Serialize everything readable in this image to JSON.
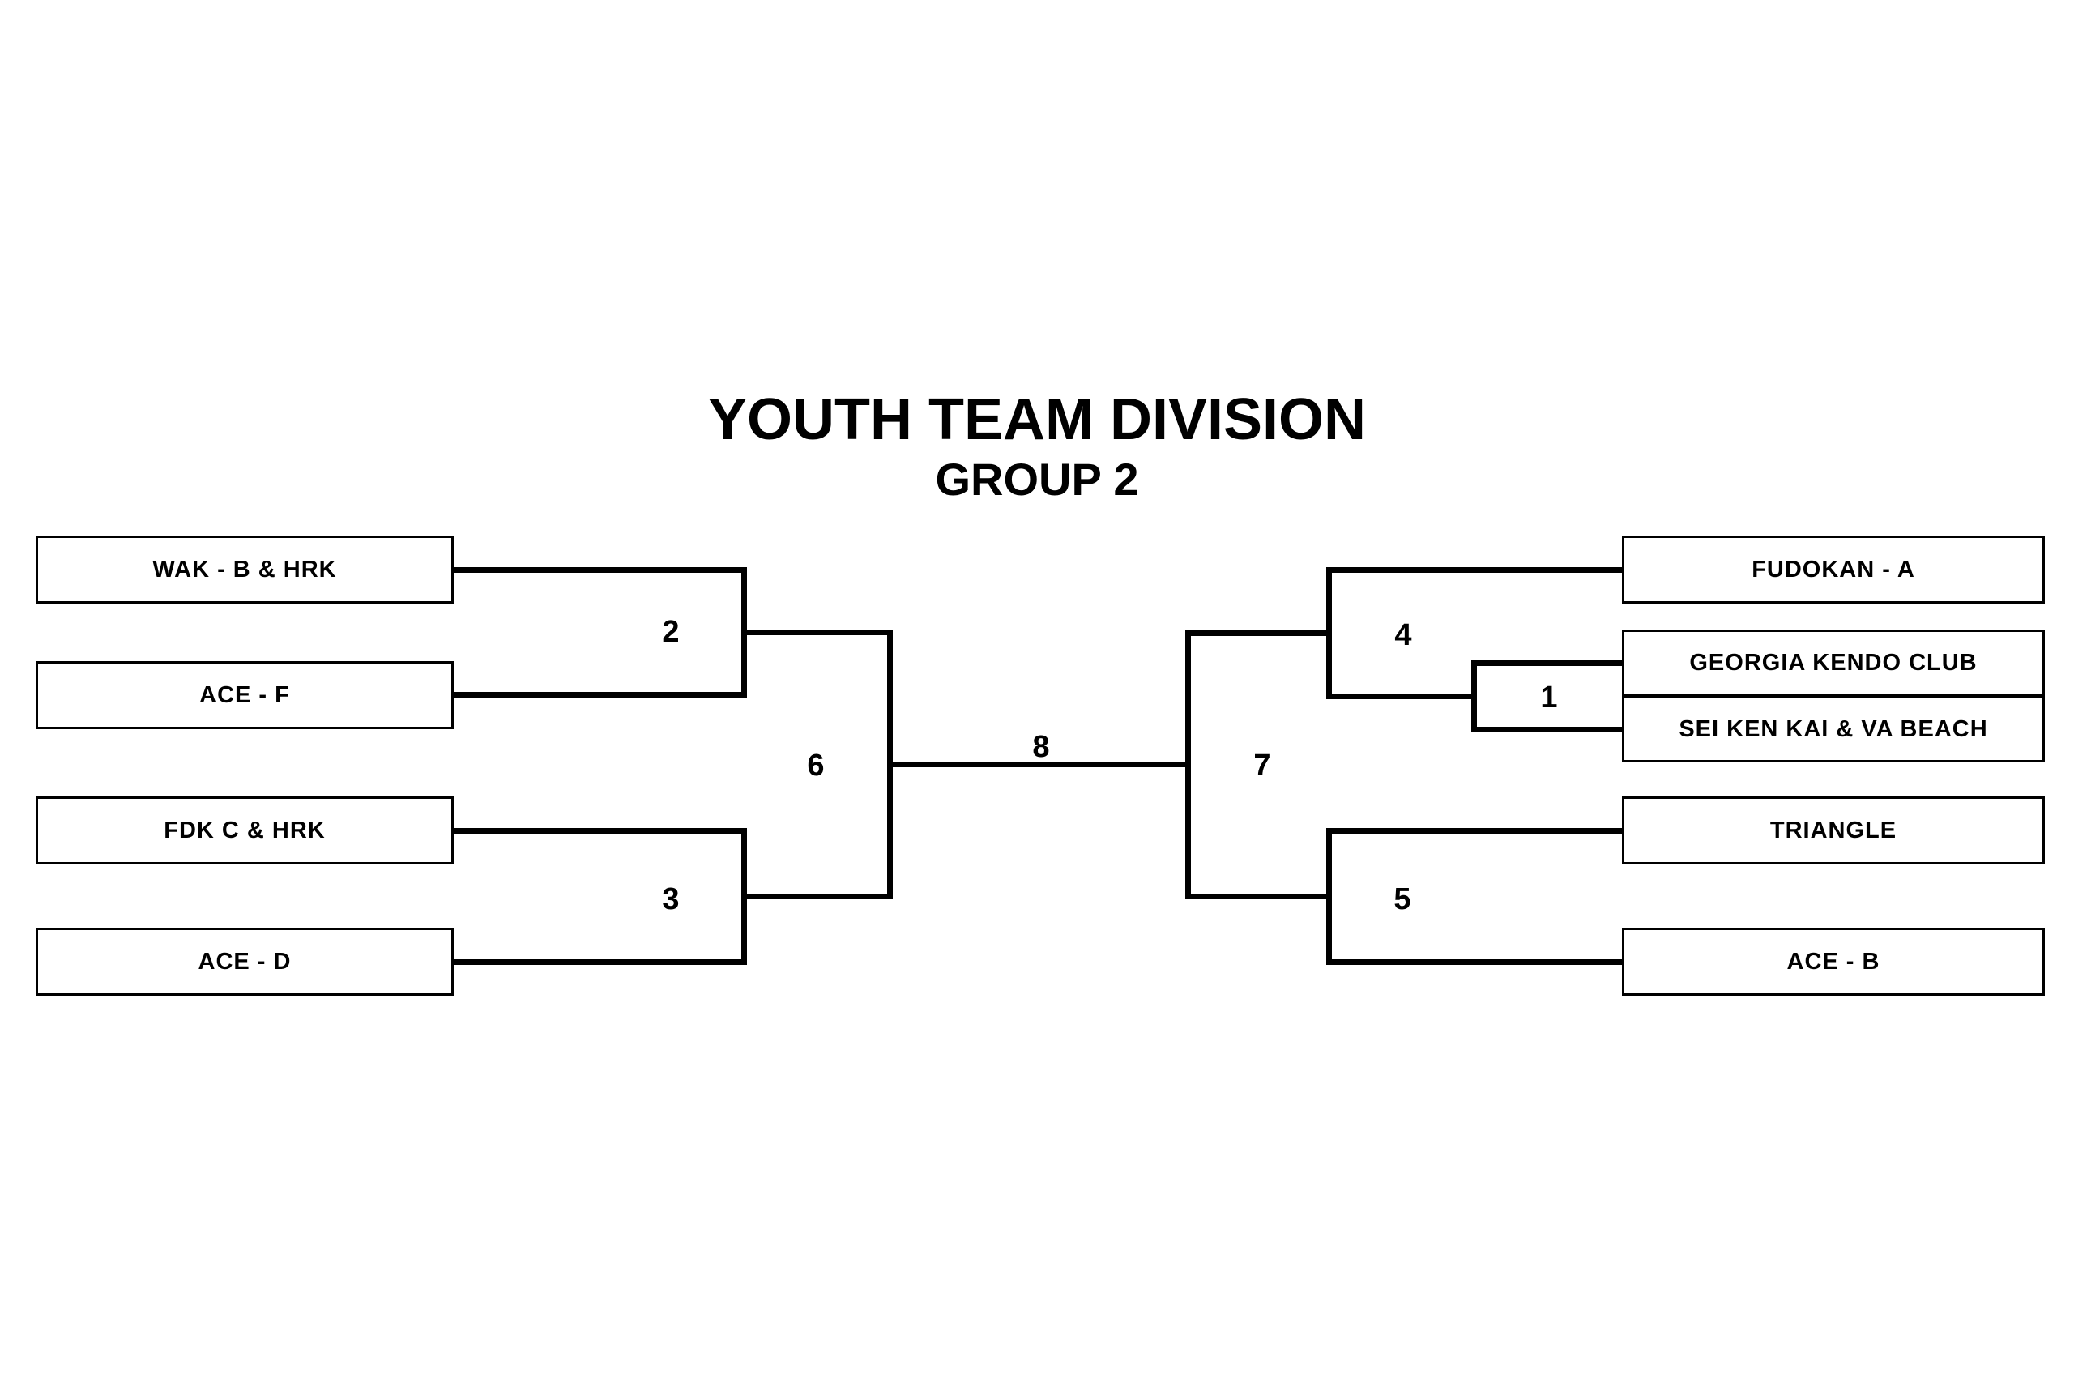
{
  "title": "YOUTH TEAM DIVISION",
  "subtitle": "GROUP 2",
  "colors": {
    "ink": "#000000",
    "background": "#ffffff"
  },
  "bracket": {
    "left_teams": [
      {
        "name": "WAK - B & HRK"
      },
      {
        "name": "ACE - F"
      },
      {
        "name": "FDK C & HRK"
      },
      {
        "name": "ACE - D"
      }
    ],
    "right_teams": [
      {
        "name": "FUDOKAN - A"
      },
      {
        "name": "GEORGIA KENDO CLUB"
      },
      {
        "name": "SEI KEN KAI & VA BEACH"
      },
      {
        "name": "TRIANGLE"
      },
      {
        "name": "ACE - B"
      }
    ],
    "match_numbers": {
      "m1": "1",
      "m2": "2",
      "m3": "3",
      "m4": "4",
      "m5": "5",
      "m6": "6",
      "m7": "7",
      "m8": "8"
    }
  }
}
